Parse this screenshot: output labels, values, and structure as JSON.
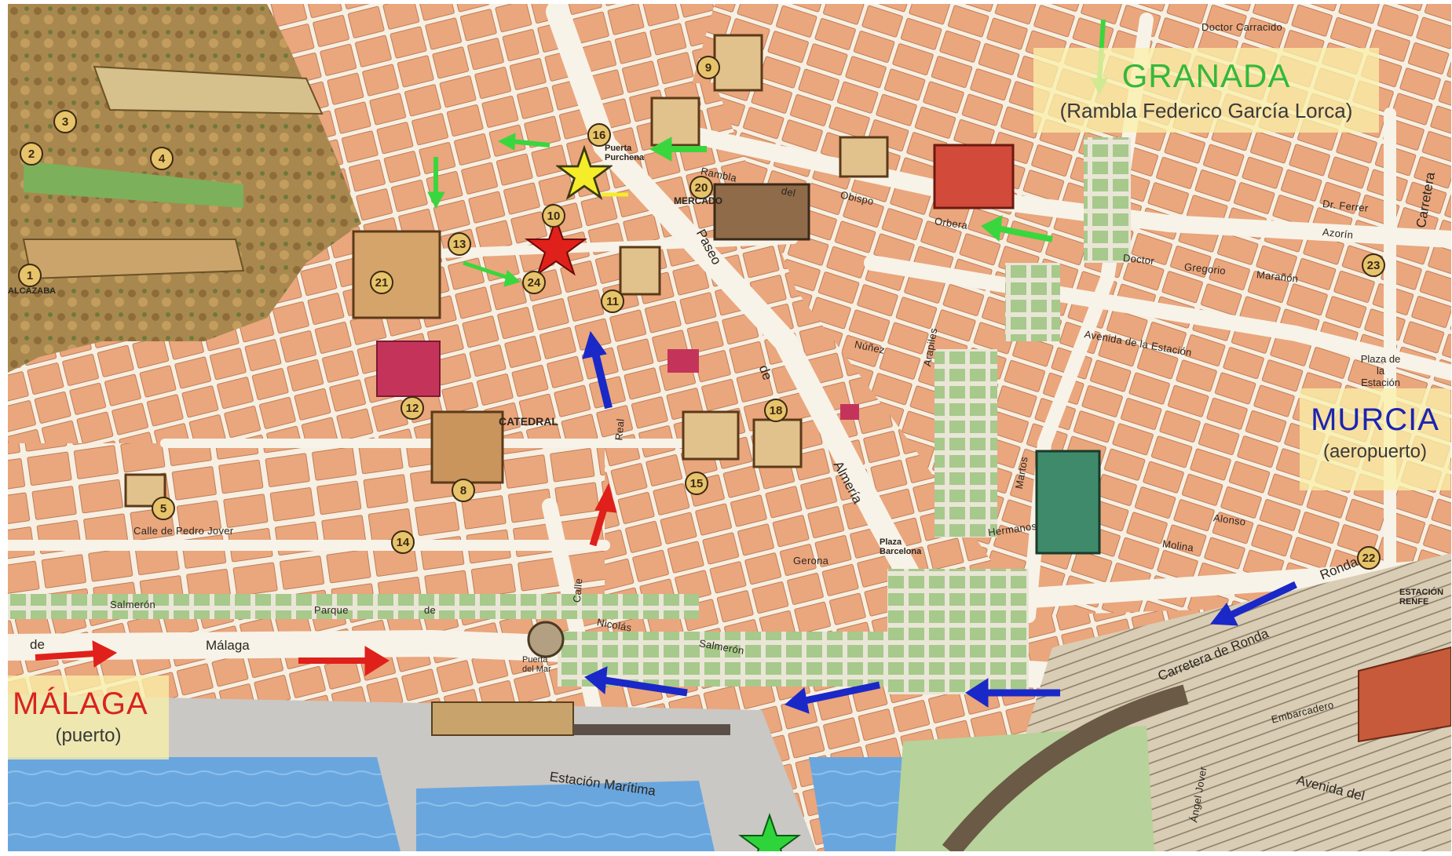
{
  "destinations": {
    "granada": {
      "name": "GRANADA",
      "sub": "(Rambla Federico García Lorca)",
      "color": "#35b83a"
    },
    "murcia": {
      "name": "MURCIA",
      "sub": "(aeropuerto)",
      "color": "#1b24b0"
    },
    "malaga": {
      "name": "MÁLAGA",
      "sub": "(puerto)",
      "color": "#d8241f"
    }
  },
  "markers": {
    "red_star_color": "#e0201a",
    "yellow_star_color": "#f5ec2a",
    "green_star_color": "#2fd43a"
  },
  "points_of_interest": [
    "1",
    "2",
    "3",
    "4",
    "5",
    "8",
    "9",
    "10",
    "11",
    "12",
    "13",
    "14",
    "15",
    "16",
    "18",
    "20",
    "21",
    "22",
    "23",
    "24"
  ],
  "landmarks": {
    "catedral": "CATEDRAL",
    "mercado": "MERCADO",
    "puerta_purchena": "Puerta Purchena",
    "puerta_del_mar": "Puerta del Mar",
    "estacion_maritima": "Estación Marítima",
    "estacion_renfe": "ESTACIÓN RENFE",
    "plaza_estacion": "Plaza de la Estación",
    "alcazaba": "ALCAZABA"
  },
  "streets": {
    "malaga_left": "de",
    "malaga_road": "Málaga",
    "parque": "Parque",
    "parque_de": "de",
    "nicolas": "Nicolás",
    "salmeron": "Salmerón",
    "salmeron_left": "Salmerón",
    "paseo": "Paseo",
    "de": "de",
    "almeria": "Almería",
    "calle_pedro_jover": "Calle de Pedro Jover",
    "obispo": "Obispo",
    "orbera": "Orbera",
    "doctor": "Doctor",
    "gregorio": "Gregorio",
    "maranon": "Marañón",
    "avenida_estacion": "Avenida de la Estación",
    "ronda": "Ronda",
    "carretera_ronda": "Carretera de Ronda",
    "carretera": "Carretera",
    "avenida_del": "Avenida del",
    "embarcadero": "Embarcadero",
    "hermanos": "Hermanos",
    "rambla": "Rambla",
    "del": "del",
    "real": "Real",
    "calle": "Calle",
    "molina": "Molina",
    "alonso": "Alonso",
    "doctor_carracido": "Doctor Carracido",
    "angel_jover": "Ángel Jover",
    "gerona": "Gerona",
    "plaza_barcelona": "Plaza Barcelona",
    "azorin": "Azorín",
    "dr_ferrer": "Dr. Ferrer",
    "nunez": "Núñez",
    "martos": "Martos",
    "arapiles": "Arapiles"
  }
}
